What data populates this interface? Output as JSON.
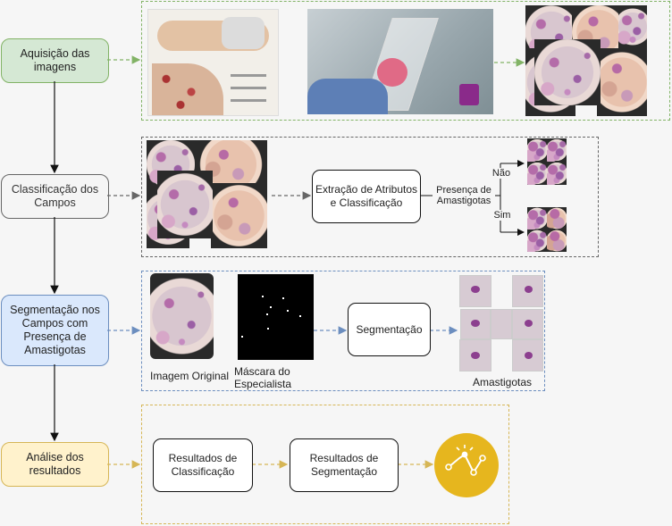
{
  "stages": {
    "aquisicao": "Aquisição das imagens",
    "classificacao": "Classificação dos Campos",
    "segmentacao": "Segmentação nos Campos com Presença de Amastigotas",
    "analise": "Análise dos resultados"
  },
  "row2": {
    "extracao": "Extração de Atributos e Classificação",
    "presenca": "Presença de Amastigotas",
    "nao": "Não",
    "sim": "Sim"
  },
  "row3": {
    "imagem_original": "Imagem Original",
    "mascara": "Máscara do Especialista",
    "segmentacao": "Segmentação",
    "amastigotas": "Amastigotas"
  },
  "row4": {
    "resultados_classificacao": "Resultados de Classificação",
    "resultados_segmentacao": "Resultados de Segmentação"
  },
  "colors": {
    "green": "#82b366",
    "gray": "#666666",
    "blue": "#6c8ebf",
    "orange": "#d6b656",
    "gold": "#e6b61e"
  }
}
